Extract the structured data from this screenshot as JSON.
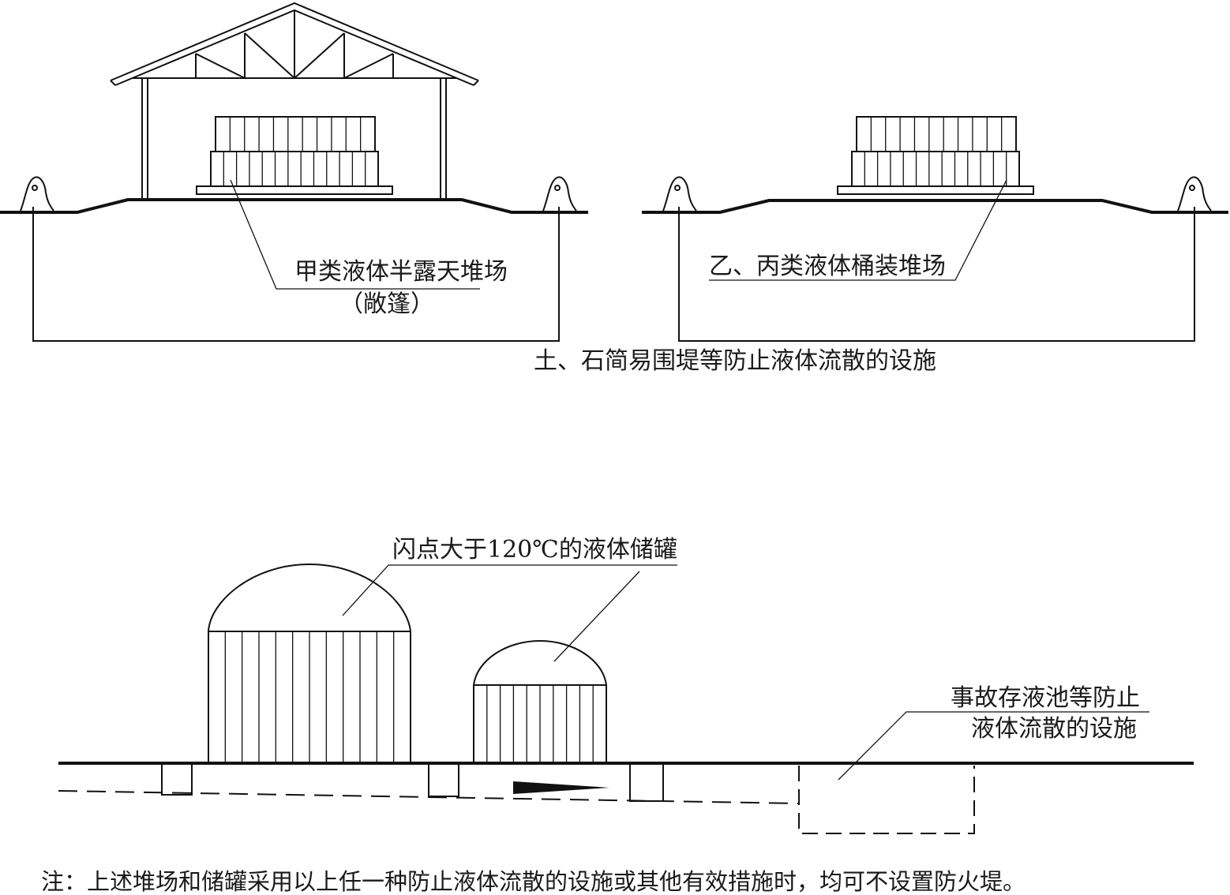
{
  "labels": {
    "semi_open_yard": "甲类液体半露天堆场",
    "semi_open_yard_note": "（敞篷）",
    "drum_yard": "乙、丙类液体桶装堆场",
    "dike_facility": "土、石简易围堤等防止液体流散的设施",
    "tank_label": "闪点大于120℃的液体储罐",
    "accident_pool_line1": "事故存液池等防止",
    "accident_pool_line2": "液体流散的设施",
    "note": "注：上述堆场和储罐采用以上任一种防止液体流散的设施或其他有效措施时，均可不设置防火堤。"
  }
}
